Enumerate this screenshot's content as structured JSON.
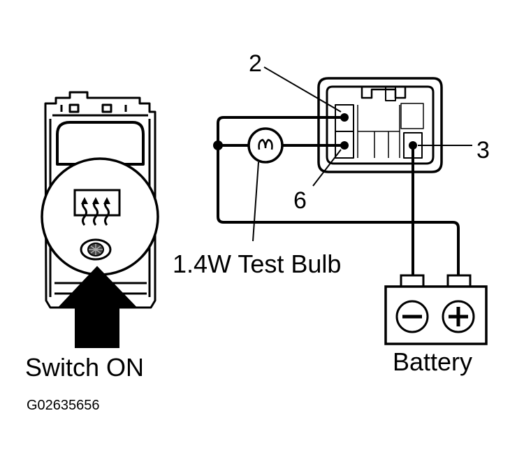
{
  "labels": {
    "pin_2": "2",
    "pin_3": "3",
    "pin_6": "6",
    "test_bulb": "1.4W Test Bulb",
    "battery": "Battery",
    "switch_on": "Switch ON",
    "figure_code": "G02635656"
  },
  "colors": {
    "ink": "#000000",
    "paper": "#ffffff"
  },
  "icons": {
    "rear_defogger_symbol": "rear-defogger-icon",
    "indicator_lamp": "indicator-lamp-icon",
    "press_arrow": "press-arrow-icon",
    "battery_minus": "minus-icon",
    "battery_plus": "plus-icon"
  }
}
